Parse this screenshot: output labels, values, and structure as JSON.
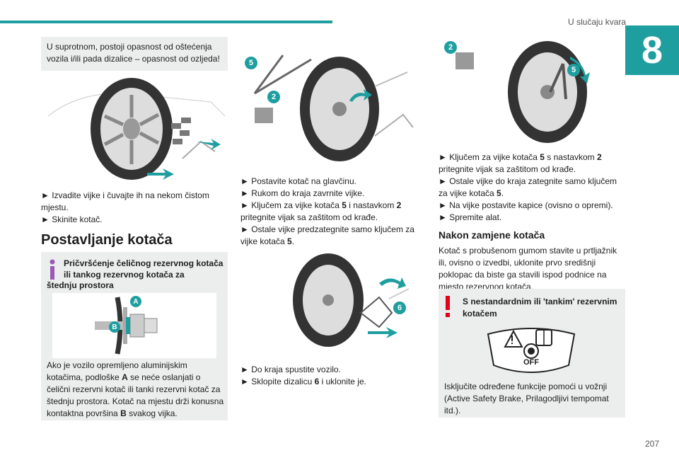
{
  "header": {
    "section_title": "U slučaju kvara",
    "chapter_number": "8"
  },
  "footer": {
    "page_number": "207"
  },
  "col1": {
    "warning": "U suprotnom, postoji opasnost od oštećenja vozila i/ili pada dizalice – opasnost od ozljeda!",
    "step1": "► Izvadite vijke i čuvajte ih na nekom čistom mjestu.",
    "step2": "► Skinite kotač.",
    "heading": "Postavljanje kotača",
    "info_title": "Pričvršćenje čeličnog rezervnog kotača ili tankog rezervnog kotača za",
    "info_title2": "štednju prostora",
    "labels": {
      "a": "A",
      "b": "B"
    },
    "info_text_1": "Ako je vozilo opremljeno aluminijskim kotačima, podloške ",
    "info_bold_a": "A",
    "info_text_2": " se neće oslanjati o čelični rezervni kotač ili tanki rezervni kotač za štednju prostora. Kotač na mjestu drži konusna kontaktna površina ",
    "info_bold_b": "B",
    "info_text_3": " svakog vijka."
  },
  "col2": {
    "labels": {
      "five": "5",
      "two": "2",
      "six": "6"
    },
    "step1": "► Postavite kotač na glavčinu.",
    "step2": "► Rukom do kraja zavrnite vijke.",
    "step3_a": "► Ključem za vijke kotača ",
    "step3_b5": "5",
    "step3_c": " i nastavkom ",
    "step3_d2": "2",
    "step3_e": " pritegnite vijak sa zaštitom od krađe.",
    "step4_a": "► Ostale vijke predzategnite samo ključem za vijke kotača ",
    "step4_b5": "5",
    "step4_c": ".",
    "step5": "► Do kraja spustite vozilo.",
    "step6_a": "► Sklopite dizalicu ",
    "step6_b6": "6",
    "step6_c": " i uklonite je."
  },
  "col3": {
    "labels": {
      "two": "2",
      "five": "5"
    },
    "step1_a": "► Ključem za vijke kotača ",
    "step1_b5": "5",
    "step1_c": " s nastavkom ",
    "step1_d2": "2",
    "step1_e": " pritegnite vijak sa zaštitom od krađe.",
    "step2_a": "► Ostale vijke do kraja zategnite samo ključem za vijke kotača ",
    "step2_b5": "5",
    "step2_c": ".",
    "step3": "► Na vijke postavite kapice (ovisno o opremi).",
    "step4": "► Spremite alat.",
    "heading": "Nakon zamjene kotača",
    "paragraph": "Kotač s probušenom gumom stavite u prtljažnik ili, ovisno o izvedbi, uklonite prvo središnji poklopac da biste ga stavili ispod podnice na mjesto rezervnog kotača.",
    "alert_title": "S nestandardnim ili 'tankim' rezervnim kotačem",
    "panel_off": "OFF",
    "alert_text": "Isključite određene funkcije pomoći u vožnji (Active Safety Brake, Prilagodljivi tempomat itd.)."
  },
  "colors": {
    "teal": "#1f9ea0",
    "box_grey": "#eceeee",
    "alert_red": "#e2001a",
    "info_purple": "#9b59b6"
  }
}
